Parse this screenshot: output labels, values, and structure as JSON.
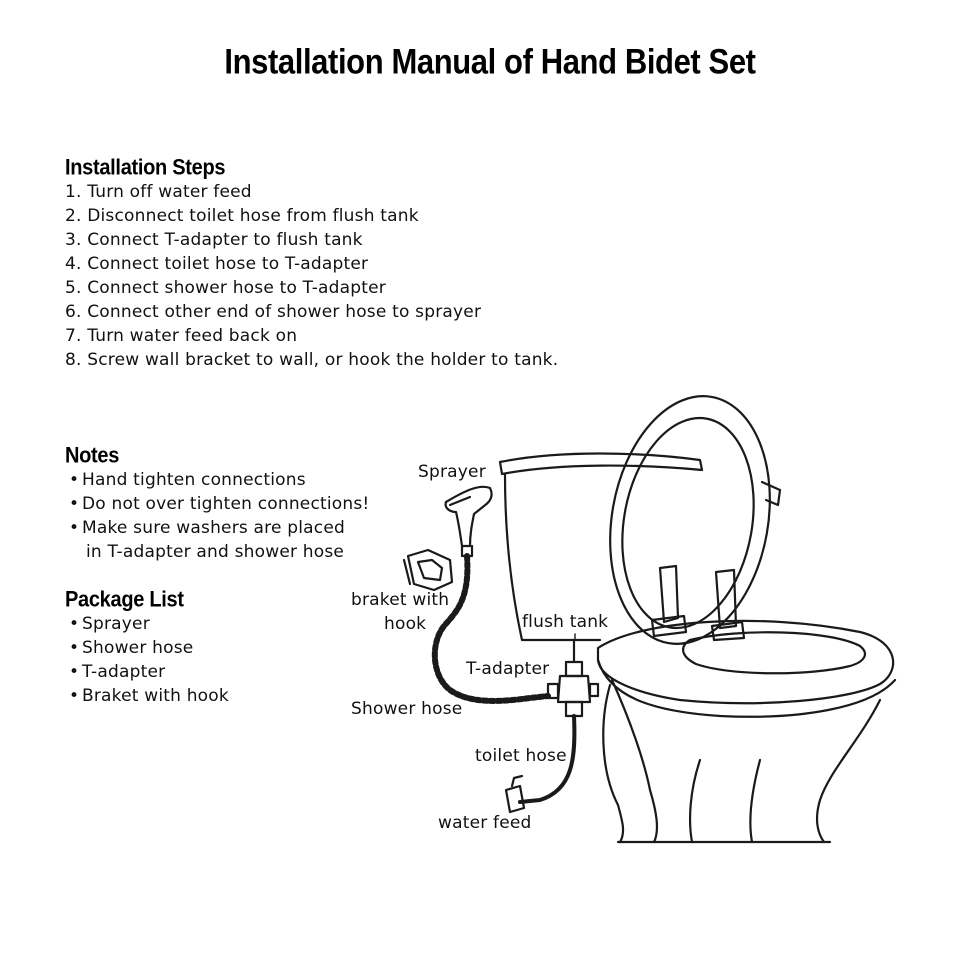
{
  "title": "Installation Manual of Hand Bidet Set",
  "installation": {
    "heading": "Installation Steps",
    "steps": [
      "1. Turn off water feed",
      "2. Disconnect toilet hose from flush tank",
      "3. Connect T-adapter to flush tank",
      "4. Connect toilet hose to T-adapter",
      "5. Connect shower hose to T-adapter",
      "6. Connect other end of shower hose to sprayer",
      "7. Turn water feed back on",
      "8. Screw wall bracket to wall, or hook the holder to tank."
    ]
  },
  "notes": {
    "heading": "Notes",
    "bullet": "•",
    "items": [
      "Hand tighten connections",
      "Do not over tighten connections!",
      "Make sure washers are placed",
      "in T-adapter and shower hose"
    ]
  },
  "package": {
    "heading": "Package List",
    "bullet": "•",
    "items": [
      "Sprayer",
      "Shower hose",
      "T-adapter",
      "Braket with hook"
    ]
  },
  "diagram": {
    "labels": {
      "sprayer": "Sprayer",
      "bracket_line1": "braket with",
      "bracket_line2": "hook",
      "flush_tank": "flush tank",
      "t_adapter": "T-adapter",
      "shower_hose": "Shower hose",
      "toilet_hose": "toilet hose",
      "water_feed": "water feed"
    }
  }
}
